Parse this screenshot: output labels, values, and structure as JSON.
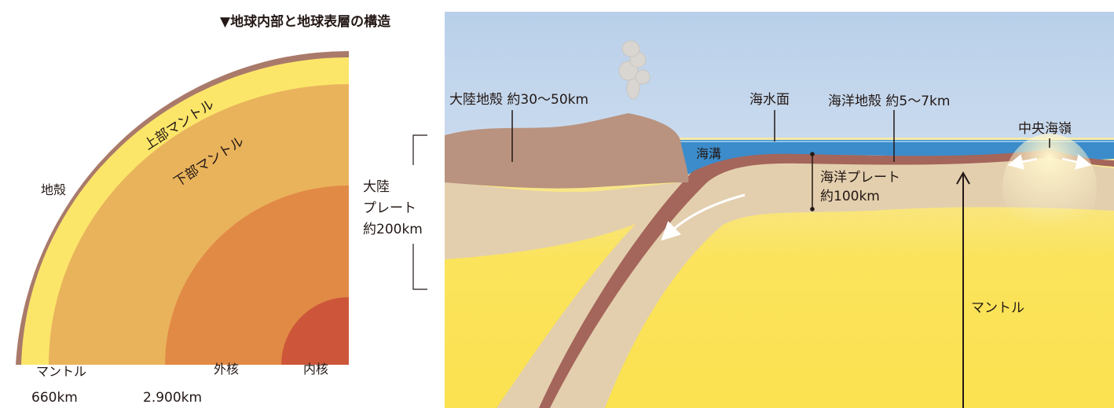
{
  "title": "▼地球内部と地球表層の構造",
  "colors": {
    "crust": "#A97A6A",
    "upper_mantle": "#FCE66A",
    "lower_mantle": "#E9B35C",
    "outer_core": "#E18A45",
    "inner_core": "#CD563A",
    "sky_top": "#B9D0EA",
    "sky_bottom": "#ECEFF5",
    "ocean": "#3C8CCB",
    "continental_crust": "#B9937F",
    "plate": "#E3CFAE",
    "oceanic_crust": "#A4655A",
    "mantle": "#FBE250"
  },
  "globe": {
    "crust_label": "地殻",
    "upper_mantle_label": "上部マントル",
    "lower_mantle_label": "下部マントル",
    "mantle_label": "マントル",
    "outer_core_label": "外核",
    "inner_core_label": "内核",
    "depth_660": "660km",
    "depth_2900": "2.900km"
  },
  "section": {
    "continental_crust": "大陸地殻 約30〜50km",
    "sea_level": "海水面",
    "oceanic_crust": "海洋地殻 約5〜7km",
    "ridge": "中央海嶺",
    "trench": "海溝",
    "oceanic_plate_line1": "海洋プレート",
    "oceanic_plate_line2": "約100km",
    "continental_plate_line1": "大陸",
    "continental_plate_line2": "プレート",
    "continental_plate_line3": "約200km",
    "mantle": "マントル"
  }
}
